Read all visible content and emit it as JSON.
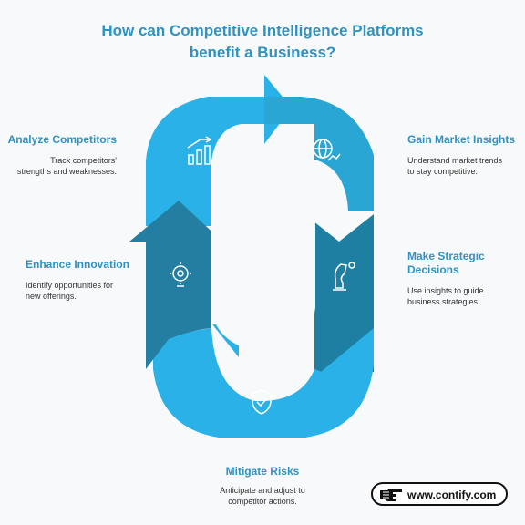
{
  "title": {
    "line1": "How can Competitive Intelligence Platforms",
    "line2": "benefit a Business?"
  },
  "steps": [
    {
      "heading": "Gain Market Insights",
      "desc1": "Understand market trends",
      "desc2": "to stay competitive.",
      "icon": "globe-chart-icon",
      "color": "#2aa6d5"
    },
    {
      "heading1": "Make Strategic",
      "heading2": "Decisions",
      "desc1": "Use insights to guide",
      "desc2": "business strategies.",
      "icon": "chess-knight-icon",
      "color": "#1f7fa3"
    },
    {
      "heading": "Mitigate Risks",
      "desc1": "Anticipate and adjust to",
      "desc2": "competitor actions.",
      "icon": "shield-check-icon",
      "color": "#2ab2e8"
    },
    {
      "heading": "Enhance Innovation",
      "desc1": "Identify opportunities for",
      "desc2": "new offerings.",
      "icon": "lightbulb-gear-icon",
      "color": "#237ea1"
    },
    {
      "heading": "Analyze Competitors",
      "desc1": "Track competitors'",
      "desc2": "strengths and weaknesses.",
      "icon": "bar-chart-icon",
      "color": "#2ab2e8"
    }
  ],
  "footer": {
    "url": "www.contify.com",
    "icon": "pointing-hand-icon"
  }
}
